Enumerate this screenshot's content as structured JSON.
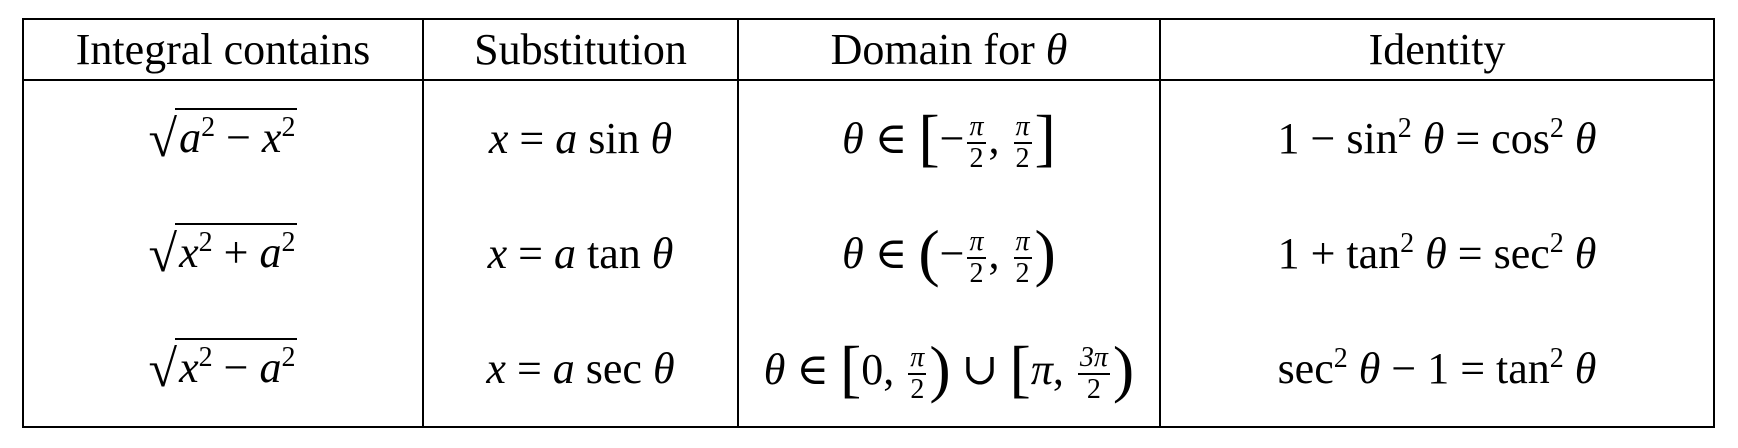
{
  "headers": [
    "Integral contains",
    "Substitution",
    "Domain for ",
    "Identity"
  ],
  "header_theta": "θ",
  "rows": [
    {
      "integral": {
        "radical": "√",
        "a": "a",
        "sup1": "2",
        "op": " − ",
        "b": "x",
        "sup2": "2"
      },
      "substitution": {
        "lhs": "x",
        "eq": " = ",
        "coef": "a",
        "fn": "sin",
        "var": "θ"
      },
      "domain": {
        "theta": "θ",
        "in": " ∈ ",
        "open": "[",
        "neg": "−",
        "num1": "π",
        "den1": "2",
        "comma": ", ",
        "num2": "π",
        "den2": "2",
        "close": "]"
      },
      "identity": {
        "left1": "1 − ",
        "fn1": "sin",
        "sup1": "2",
        "var1": " θ",
        "eq": " = ",
        "fn2": "cos",
        "sup2": "2",
        "var2": " θ"
      }
    },
    {
      "integral": {
        "radical": "√",
        "a": "x",
        "sup1": "2",
        "op": " + ",
        "b": "a",
        "sup2": "2"
      },
      "substitution": {
        "lhs": "x",
        "eq": " = ",
        "coef": "a",
        "fn": "tan",
        "var": "θ"
      },
      "domain": {
        "theta": "θ",
        "in": " ∈ ",
        "open": "(",
        "neg": "−",
        "num1": "π",
        "den1": "2",
        "comma": ", ",
        "num2": "π",
        "den2": "2",
        "close": ")"
      },
      "identity": {
        "left1": "1 + ",
        "fn1": "tan",
        "sup1": "2",
        "var1": " θ",
        "eq": " = ",
        "fn2": "sec",
        "sup2": "2",
        "var2": " θ"
      }
    },
    {
      "integral": {
        "radical": "√",
        "a": "x",
        "sup1": "2",
        "op": " − ",
        "b": "a",
        "sup2": "2"
      },
      "substitution": {
        "lhs": "x",
        "eq": " = ",
        "coef": "a",
        "fn": "sec",
        "var": "θ"
      },
      "domain": {
        "theta": "θ",
        "in": " ∈ ",
        "open1": "[",
        "zero": "0",
        "comma1": ", ",
        "num1": "π",
        "den1": "2",
        "close1": ")",
        "union": " ∪ ",
        "open2": "[",
        "pi": "π",
        "comma2": ", ",
        "num2": "3π",
        "den2": "2",
        "close2": ")"
      },
      "identity": {
        "left1": "",
        "fn1": "sec",
        "sup1": "2",
        "var1": " θ",
        "minus": " − 1",
        "eq": " = ",
        "fn2": "tan",
        "sup2": "2",
        "var2": " θ"
      }
    }
  ]
}
